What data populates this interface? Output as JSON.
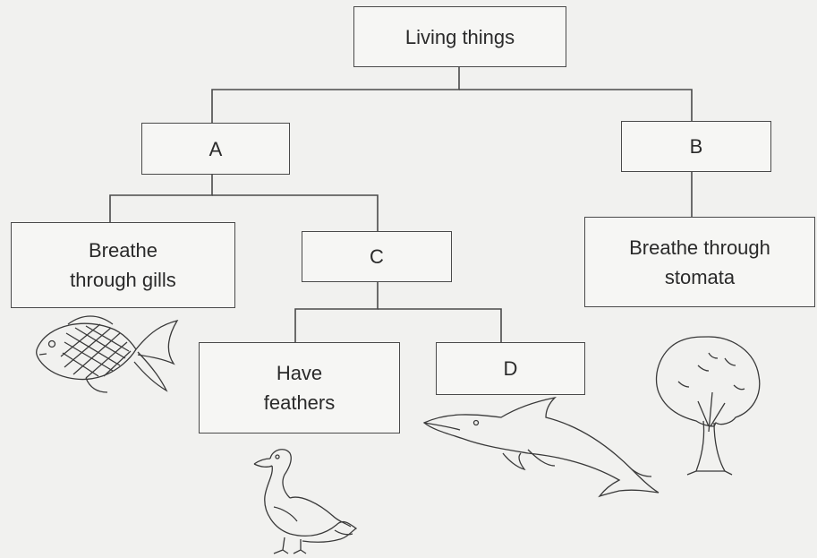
{
  "diagram": {
    "root": {
      "label": "Living things"
    },
    "node_a": {
      "label": "A"
    },
    "node_b": {
      "label": "B"
    },
    "node_c": {
      "label": "C"
    },
    "node_d": {
      "label": "D"
    },
    "gills": {
      "line1": "Breathe",
      "line2": "through gills"
    },
    "stomata": {
      "line1": "Breathe through",
      "line2": "stomata"
    },
    "feathers": {
      "line1": "Have",
      "line2": "feathers"
    }
  },
  "illustrations": [
    "fish",
    "duck",
    "dolphin",
    "tree"
  ],
  "colors": {
    "background": "#f1f1ef",
    "stroke": "#4a4a4a"
  }
}
